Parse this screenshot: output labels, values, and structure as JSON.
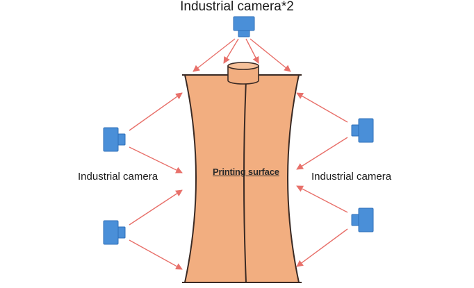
{
  "labels": {
    "top_camera": "Industrial camera*2",
    "left_camera": "Industrial camera",
    "right_camera": "Industrial camera",
    "surface": "Printing surface"
  },
  "cameras": [
    {
      "id": "top",
      "facing": "down"
    },
    {
      "id": "left-upper",
      "facing": "right"
    },
    {
      "id": "left-lower",
      "facing": "right"
    },
    {
      "id": "right-upper",
      "facing": "left"
    },
    {
      "id": "right-lower",
      "facing": "left"
    }
  ],
  "colors": {
    "camera_body": "#4a8fd8",
    "camera_edge": "#2f6fb8",
    "arrow": "#e8706a",
    "surface_fill": "#f2ae80",
    "surface_stroke": "#3a2a24",
    "cap_fill": "#f2ae80"
  }
}
